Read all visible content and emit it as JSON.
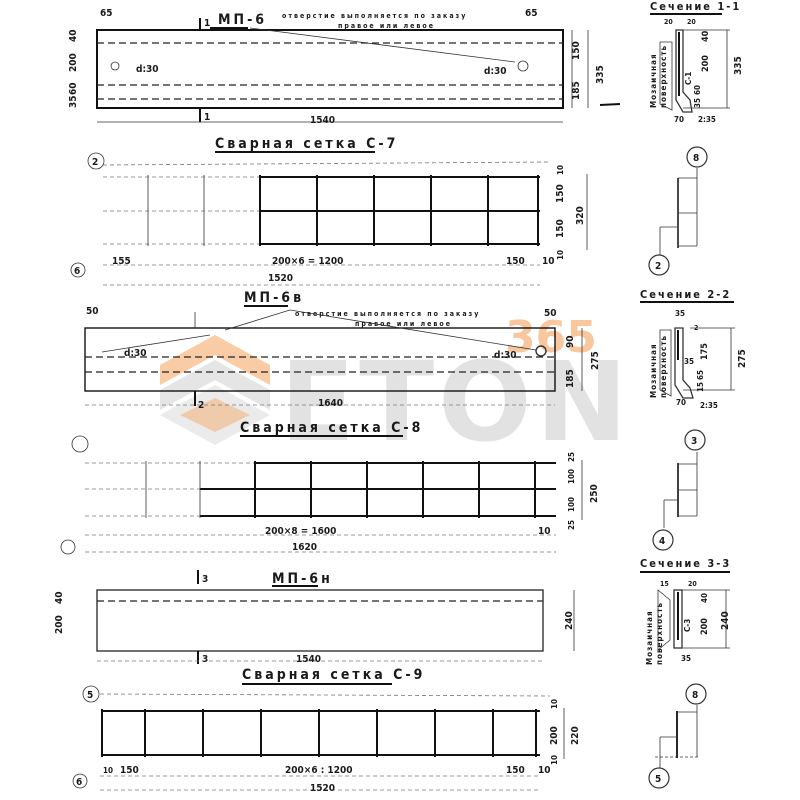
{
  "panels": [
    {
      "id": "mp6",
      "title": "МП-6",
      "length": "1540",
      "height_total": "335",
      "dims_left": [
        "40",
        "200",
        "60",
        "35"
      ],
      "dims_right": [
        "150",
        "185"
      ],
      "edge_offset_left": "65",
      "edge_offset_right": "65",
      "hole_left": "d:30",
      "hole_right": "d:30",
      "note_line1": "отверстие выполняется по заказу",
      "note_line2": "правое или левое",
      "section_marks": [
        "1",
        "1"
      ]
    },
    {
      "id": "mp6v",
      "title": "МП-6в",
      "length": "1640",
      "height_total": "275",
      "dims_right": [
        "90",
        "185"
      ],
      "edge_offset_left": "50",
      "edge_offset_right": "50",
      "hole_left": "d:30",
      "hole_right": "d:30",
      "note_line1": "отверстие выполняется по заказу",
      "note_line2": "правое или левое",
      "section_marks": [
        "2",
        "2"
      ]
    },
    {
      "id": "mp6n",
      "title": "МП-6н",
      "length": "1540",
      "height_total": "240",
      "dims_left": [
        "40",
        "200"
      ],
      "section_marks": [
        "3",
        "3"
      ]
    }
  ],
  "meshes": [
    {
      "id": "c7",
      "title": "Сварная сетка С-7",
      "marker_top": "2",
      "marker_bottom": "6",
      "dim_spacing": "200×6 = 1200",
      "dim_total": "1520",
      "dim_left": "155",
      "dim_right": "150",
      "dim_edge": "10",
      "dims_right": [
        "10",
        "150",
        "150",
        "10"
      ],
      "height_total": "320"
    },
    {
      "id": "c8",
      "title": "Сварная сетка С-8",
      "marker_top": "4",
      "marker_bottom": "5",
      "dim_spacing": "200×8 = 1600",
      "dim_total": "1620",
      "dim_edge": "10",
      "dims_right": [
        "25",
        "100",
        "100",
        "25"
      ],
      "height_total": "250"
    },
    {
      "id": "c9",
      "title": "Сварная сетка С-9",
      "marker_top": "5",
      "marker_bottom": "6",
      "dim_spacing": "200×6 : 1200",
      "dim_total": "1520",
      "dim_left": "150",
      "dim_left_edge": "10",
      "dim_right": "150",
      "dim_edge": "10",
      "dims_right": [
        "10",
        "200",
        "10"
      ],
      "height_total": "220"
    }
  ],
  "sections": [
    {
      "id": "s11",
      "title": "Сечение 1-1",
      "surface_label_1": "Мозаичная",
      "surface_label_2": "поверхность",
      "mesh_label": "С-1",
      "dims": [
        "20",
        "20",
        "40",
        "200",
        "60",
        "35",
        "70",
        "2:35"
      ],
      "height_total": "335"
    },
    {
      "id": "s22",
      "title": "Сечение 2-2",
      "surface_label_1": "Мозаичная",
      "surface_label_2": "поверхность",
      "dims": [
        "35",
        "2",
        "175",
        "35",
        "65",
        "15",
        "70",
        "2:35"
      ],
      "height_total": "275"
    },
    {
      "id": "s33",
      "title": "Сечение 3-3",
      "surface_label_1": "Мозаичная",
      "surface_label_2": "поверхность",
      "mesh_label": "С-3",
      "dims": [
        "15",
        "20",
        "40",
        "200",
        "35"
      ],
      "height_total": "240"
    }
  ],
  "detail_markers": [
    {
      "top": "8",
      "bottom": "2"
    },
    {
      "top": "3",
      "bottom": "4"
    },
    {
      "top": "8",
      "bottom": "5"
    }
  ],
  "watermark": {
    "text": "ETON",
    "badge": "365",
    "accent": "#f5a25d",
    "gray": "#d0d0d0"
  }
}
